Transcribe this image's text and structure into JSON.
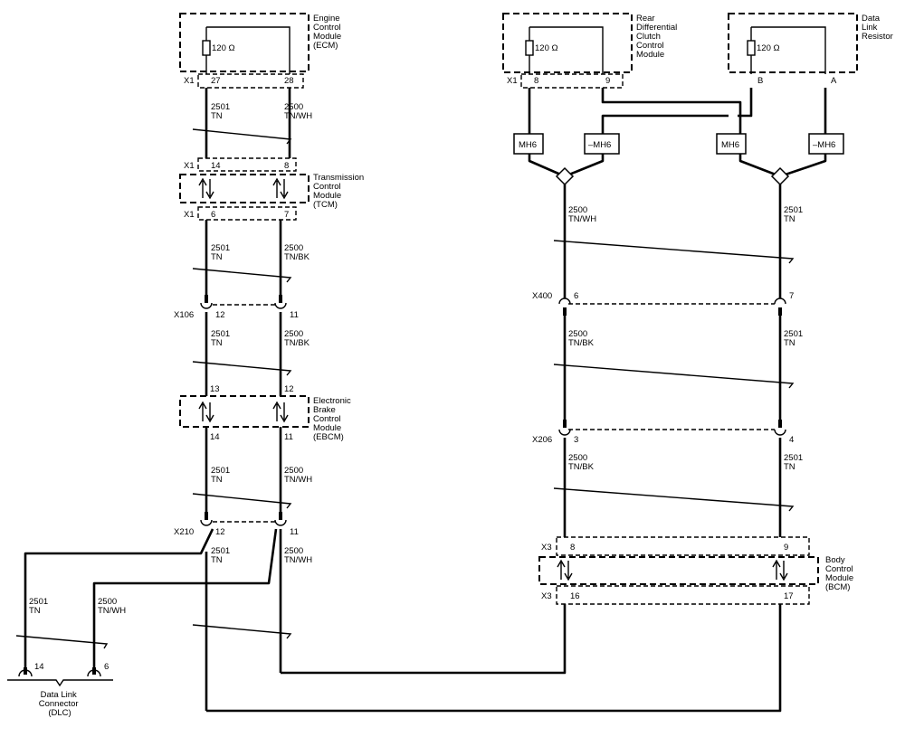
{
  "modules": {
    "ecm": [
      "Engine",
      "Control",
      "Module",
      "(ECM)"
    ],
    "tcm": [
      "Transmission",
      "Control",
      "Module",
      "(TCM)"
    ],
    "ebcm": [
      "Electronic",
      "Brake",
      "Control",
      "Module",
      "(EBCM)"
    ],
    "rdccm": [
      "Rear",
      "Differential",
      "Clutch",
      "Control",
      "Module"
    ],
    "dlr": [
      "Data",
      "Link",
      "Resistor"
    ],
    "bcm": [
      "Body",
      "Control",
      "Module",
      "(BCM)"
    ],
    "dlc": [
      "Data Link",
      "Connector",
      "(DLC)"
    ]
  },
  "resistor_label": "120 Ω",
  "connectors": {
    "x1": "X1",
    "x106": "X106",
    "x210": "X210",
    "x400": "X400",
    "x206": "X206",
    "x3": "X3",
    "mh6": "MH6",
    "mh6_neg": "–MH6"
  },
  "pins": {
    "ecm_a": "27",
    "ecm_b": "28",
    "tcm_top_a": "14",
    "tcm_top_b": "8",
    "tcm_bot_a": "6",
    "tcm_bot_b": "7",
    "x106_a": "12",
    "x106_b": "11",
    "ebcm_top_a": "13",
    "ebcm_top_b": "12",
    "ebcm_bot_a": "14",
    "ebcm_bot_b": "11",
    "x210_a": "12",
    "x210_b": "11",
    "rdccm_a": "8",
    "rdccm_b": "9",
    "dlr_a": "B",
    "dlr_b": "A",
    "x400_a": "6",
    "x400_b": "7",
    "x206_a": "3",
    "x206_b": "4",
    "bcm_top_a": "8",
    "bcm_top_b": "9",
    "bcm_bot_a": "16",
    "bcm_bot_b": "17",
    "dlc_a": "14",
    "dlc_b": "6"
  },
  "circuits": {
    "c2501": "2501",
    "c2500": "2500",
    "tn": "TN",
    "tnwh": "TN/WH",
    "tnbk": "TN/BK"
  }
}
